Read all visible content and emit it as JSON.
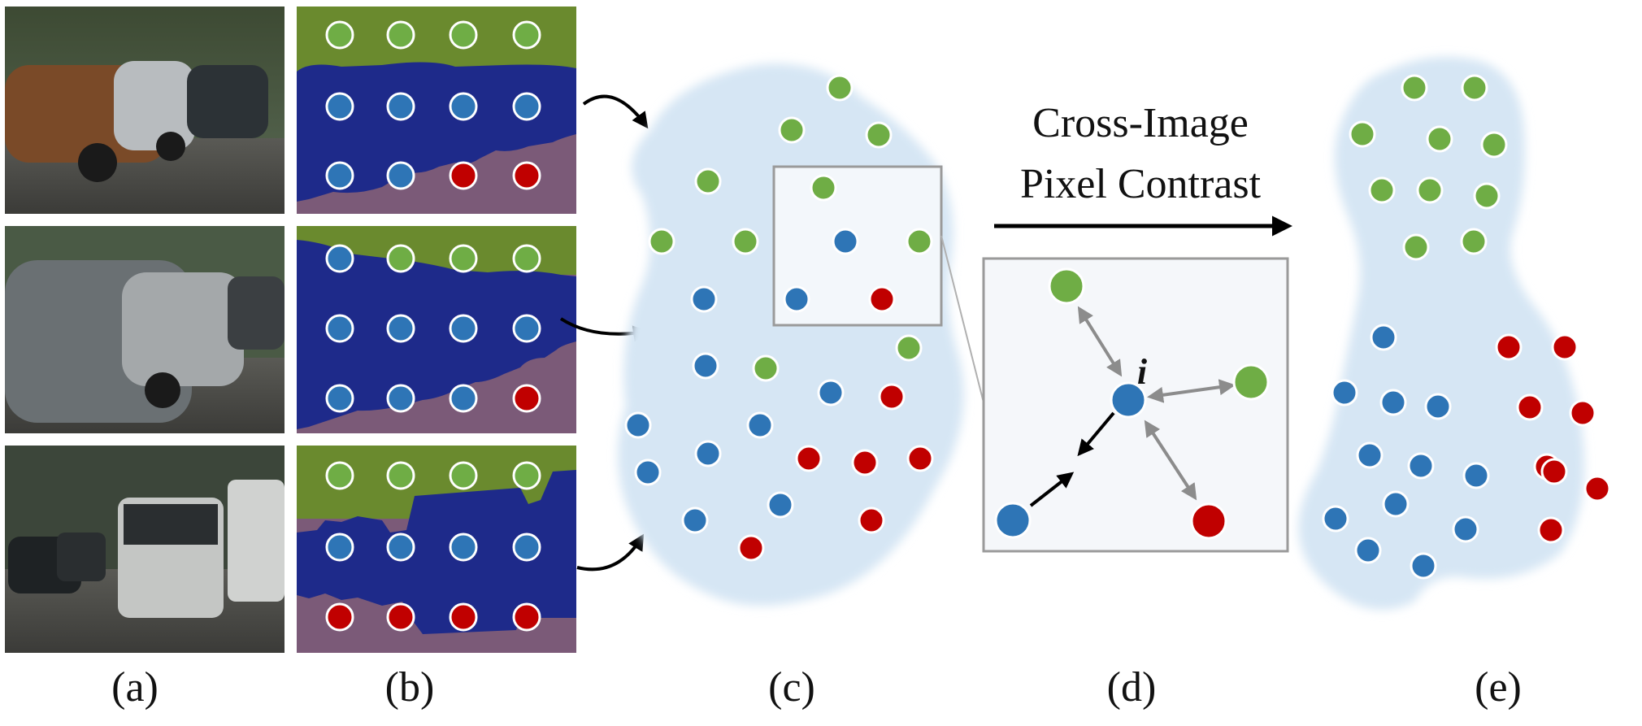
{
  "labels": {
    "a": "(a)",
    "b": "(b)",
    "c": "(c)",
    "d": "(d)",
    "e": "(e)"
  },
  "title": {
    "line1": "Cross-Image",
    "line2": "Pixel Contrast"
  },
  "anchor_label": "i",
  "colors": {
    "green": "#6fad45",
    "blue": "#2e75b6",
    "red": "#c00000",
    "blob": "#d6e6f4",
    "sky": "#6a8a2e",
    "car": "#1e2a8a",
    "road": "#7b5a78",
    "frame": "#9a9a9a",
    "inset_bg": "#f5f7fa",
    "arrow_gray": "#8c8c8c",
    "arrow_black": "#000000"
  },
  "icons": {
    "image_photos": "street-scene-photo",
    "segmentation": "segmentation-mask",
    "arrows": "curved-arrow-icon"
  }
}
